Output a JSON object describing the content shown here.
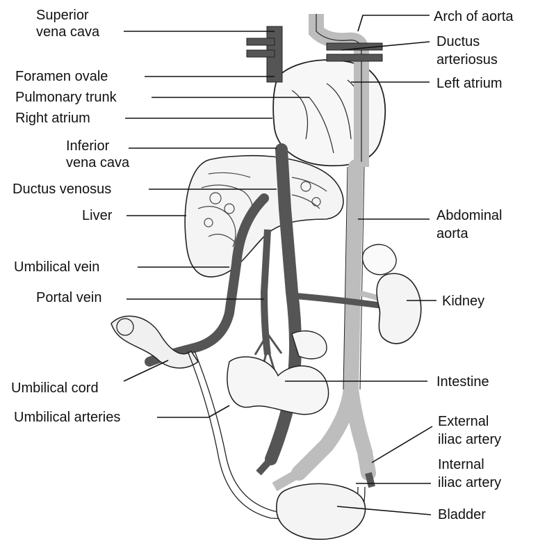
{
  "labels": {
    "superior_vena_cava_1": "Superior",
    "superior_vena_cava_2": "vena cava",
    "foramen_ovale": "Foramen ovale",
    "pulmonary_trunk": "Pulmonary trunk",
    "right_atrium": "Right atrium",
    "inferior_vena_cava_1": "Inferior",
    "inferior_vena_cava_2": "vena cava",
    "ductus_venosus": "Ductus venosus",
    "liver": "Liver",
    "umbilical_vein": "Umbilical vein",
    "portal_vein": "Portal vein",
    "umbilical_cord": "Umbilical cord",
    "umbilical_arteries": "Umbilical arteries",
    "arch_of_aorta": "Arch of aorta",
    "ductus_arteriosus_1": "Ductus",
    "ductus_arteriosus_2": "arteriosus",
    "left_atrium": "Left atrium",
    "abdominal_aorta_1": "Abdominal",
    "abdominal_aorta_2": "aorta",
    "kidney": "Kidney",
    "intestine": "Intestine",
    "external_iliac_1": "External",
    "external_iliac_2": "iliac artery",
    "internal_iliac_1": "Internal",
    "internal_iliac_2": "iliac artery",
    "bladder": "Bladder"
  },
  "colors": {
    "vessel_dark": "#555555",
    "vessel_light": "#bdbdbd",
    "outline": "#222222",
    "text": "#111111"
  }
}
